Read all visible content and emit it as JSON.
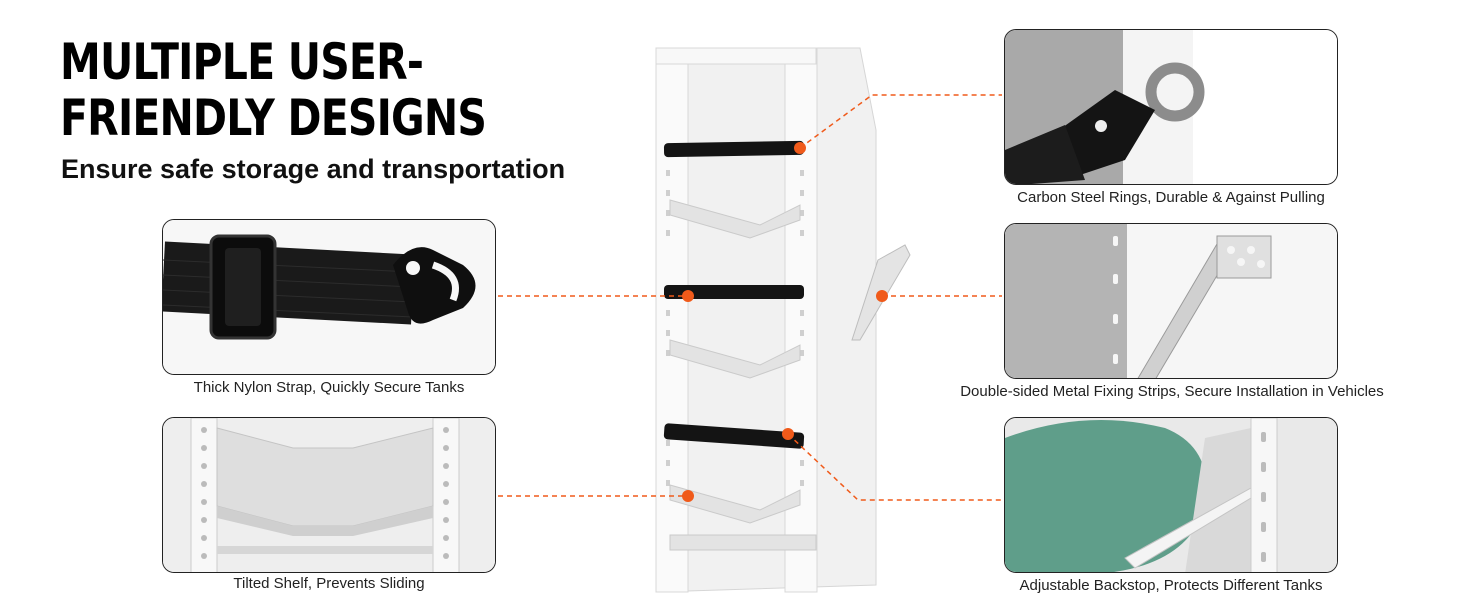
{
  "headline": {
    "line1": "MULTIPLE USER-",
    "line2": "FRIENDLY DESIGNS"
  },
  "subheadline": "Ensure safe storage and transportation",
  "features": {
    "strap": {
      "caption": "Thick Nylon Strap, Quickly Secure Tanks"
    },
    "shelf": {
      "caption": "Tilted Shelf, Prevents Sliding"
    },
    "rings": {
      "caption": "Carbon Steel Rings, Durable & Against Pulling"
    },
    "strips": {
      "caption": "Double-sided Metal Fixing Strips, Secure Installation in Vehicles"
    },
    "backstop": {
      "caption": "Adjustable Backstop, Protects Different Tanks"
    }
  },
  "colors": {
    "accent": "#f05a1a",
    "strap": "#141414",
    "steel": "#ececec",
    "tank": "#5f9e8a"
  }
}
